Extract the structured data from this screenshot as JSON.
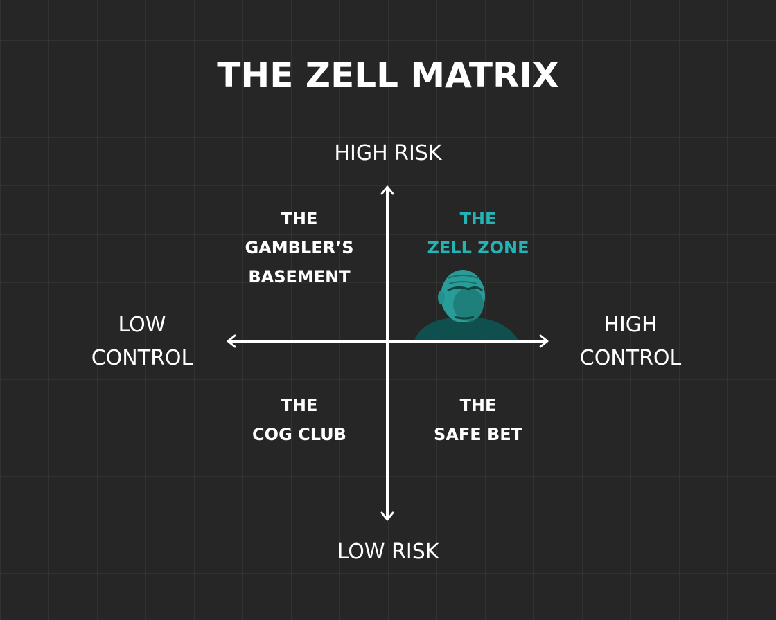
{
  "title": "THE ZELL MATRIX",
  "axes": {
    "top": "HIGH RISK",
    "bottom": "LOW RISK",
    "left": [
      "LOW",
      "CONTROL"
    ],
    "right": [
      "HIGH",
      "CONTROL"
    ]
  },
  "quadrants": {
    "top_left": [
      "THE",
      "GAMBLER’S",
      "BASEMENT"
    ],
    "top_right": [
      "THE",
      "ZELL ZONE"
    ],
    "bottom_left": [
      "THE",
      "COG CLUB"
    ],
    "bottom_right": [
      "THE",
      "SAFE BET"
    ]
  },
  "colors": {
    "background": "#272627",
    "text": "#ffffff",
    "accent": "#25b4b6",
    "portrait": "#0f4f4d"
  },
  "portrait": {
    "name": "portrait-illustration"
  }
}
